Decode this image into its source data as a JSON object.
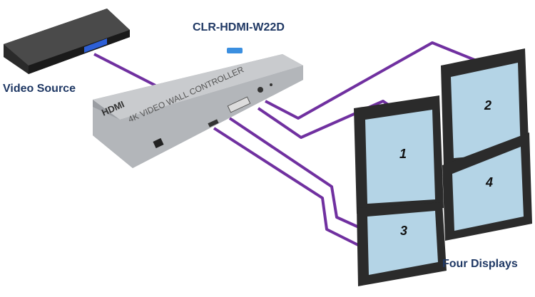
{
  "title": "CLR-HDMI-W22D",
  "source_label": "Video Source",
  "displays_label": "Four Displays",
  "controller_text": "4K VIDEO WALL CONTROLLER",
  "controller_logo": "HDMI",
  "displays": [
    "1",
    "2",
    "3",
    "4"
  ],
  "colors": {
    "cable": "#7030a0",
    "label": "#1f3864",
    "screen": "#b4d4e6",
    "device": "#b9bcc0"
  }
}
